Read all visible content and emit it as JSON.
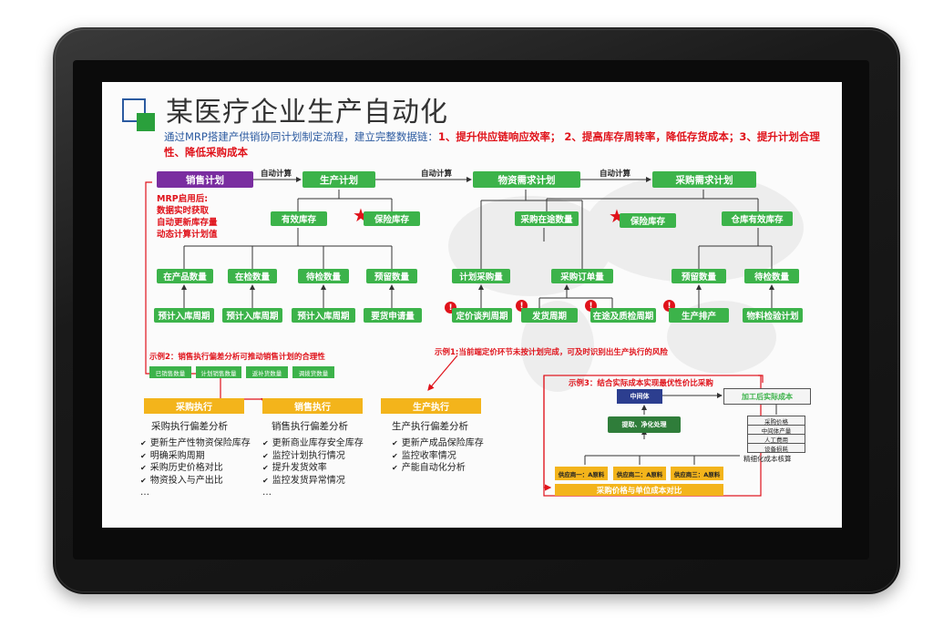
{
  "title": "某医疗企业生产自动化",
  "subtitle": {
    "intro": "通过MRP搭建产供销协同计划制定流程，建立完整数据链：",
    "goals": "1、提升供应链响应效率；  2、提高库存周转率，降低存货成本；3、提升计划合理性、降低采购成本"
  },
  "flow": {
    "sales_plan": "销售计划",
    "production_plan": "生产计划",
    "material_plan": "物资需求计划",
    "purchase_plan": "采购需求计划",
    "auto_calc": "自动计算",
    "effective_stock": "有效库存",
    "safety_stock": "保险库存",
    "purchase_in_transit": "采购在途数量",
    "warehouse_effective": "仓库有效库存",
    "in_product": "在产品数量",
    "in_inspection": "在检数量",
    "pending_inspection": "待检数量",
    "reserved": "预留数量",
    "plan_purchase_qty": "计划采购量",
    "purchase_order_qty": "采购订单量",
    "pre_in_cycle": "预计入库周期",
    "request_qty": "要货申请量",
    "pricing_cycle": "定价谈判周期",
    "delivery_cycle": "发货周期",
    "transit_qc_cycle": "在途及质检周期",
    "production_schedule": "生产排产",
    "material_check_plan": "物料检验计划",
    "warn_mark": "!",
    "star_mark": "★"
  },
  "mrp_note": [
    "MRP启用后:",
    "数据实时获取",
    "自动更新库存量",
    "动态计算计划值"
  ],
  "example1": "示例1:当前端定价环节未按计划完成，可及时识别出生产执行的风险",
  "example2": "示例2：销售执行偏差分析可推动销售计划的合理性",
  "example3": "示例3：结合实际成本实现最优性价比采购",
  "mini_tags": [
    "已销售数量",
    "计划销售数量",
    "返补货数量",
    "调拨货数量"
  ],
  "sections": [
    {
      "tag": "采购执行",
      "title": "采购执行偏差分析",
      "items": [
        "更新生产性物资保险库存",
        "明确采购周期",
        "采购历史价格对比",
        "物资投入与产出比"
      ],
      "more": "…"
    },
    {
      "tag": "销售执行",
      "title": "销售执行偏差分析",
      "items": [
        "更新商业库存安全库存",
        "监控计划执行情况",
        "提升发货效率",
        "监控发货异常情况"
      ],
      "more": "…"
    },
    {
      "tag": "生产执行",
      "title": "生产执行偏差分析",
      "items": [
        "更新产成品保险库存",
        "监控收率情况",
        "产能自动化分析"
      ],
      "more": ""
    }
  ],
  "cost": {
    "middle": "中间体",
    "processed_cost": "加工后实际成本",
    "extract": "提取、净化处理",
    "supplier1": "供应商一：A原料",
    "supplier2": "供应商二：A原料",
    "supplier3": "供应商三：A原料",
    "compare": "采购价格与单位成本对比",
    "breakdown": [
      "采购价格",
      "中间体产量",
      "人工费用",
      "设备损耗"
    ],
    "fine_calc": "精细化成本核算"
  },
  "colors": {
    "green": "#3cb34a",
    "purple": "#7a2da0",
    "red": "#e0121a",
    "yellow": "#f3b41b",
    "blue": "#2b5aa0"
  }
}
